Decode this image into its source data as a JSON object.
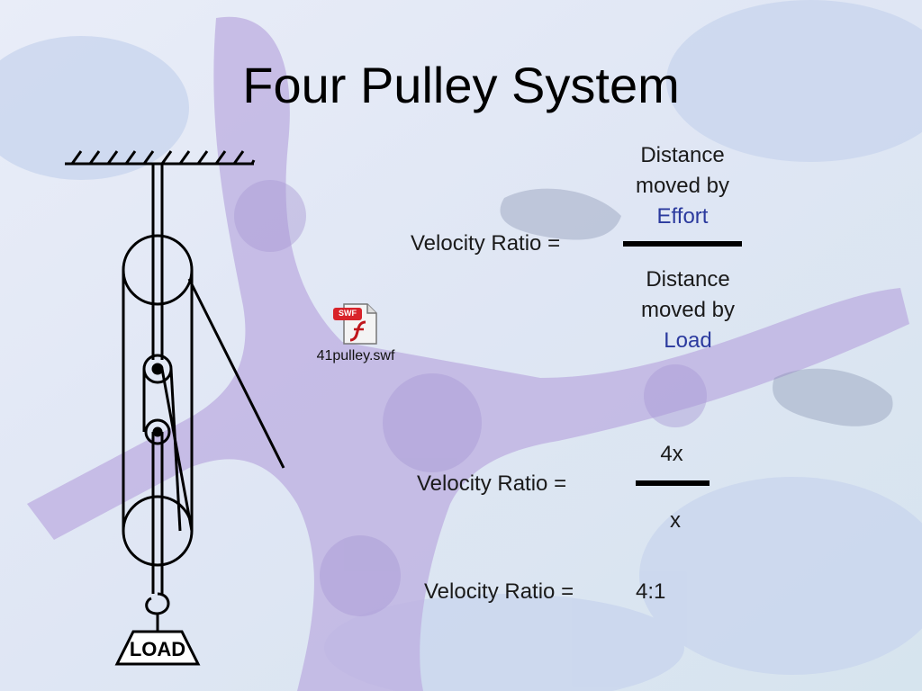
{
  "slide": {
    "title": "Four Pulley System",
    "colors": {
      "accent_blue": "#2b3a9e",
      "bg": "#e4e8f6",
      "starfish": "#b7a6d9"
    }
  },
  "diagram": {
    "load_label": "LOAD"
  },
  "embedded_file": {
    "icon_badge": "SWF",
    "filename": "41pulley.swf",
    "icon": "flash-file-icon"
  },
  "formula_1": {
    "lhs": "Velocity Ratio =",
    "numerator_line1": "Distance",
    "numerator_line2": "moved by",
    "numerator_line3": "Effort",
    "denominator_line1": "Distance",
    "denominator_line2": "moved by",
    "denominator_line3": "Load"
  },
  "formula_2": {
    "lhs": "Velocity Ratio =",
    "numerator": "4x",
    "denominator": "x"
  },
  "formula_3": {
    "lhs": "Velocity Ratio =",
    "result": "4:1"
  }
}
